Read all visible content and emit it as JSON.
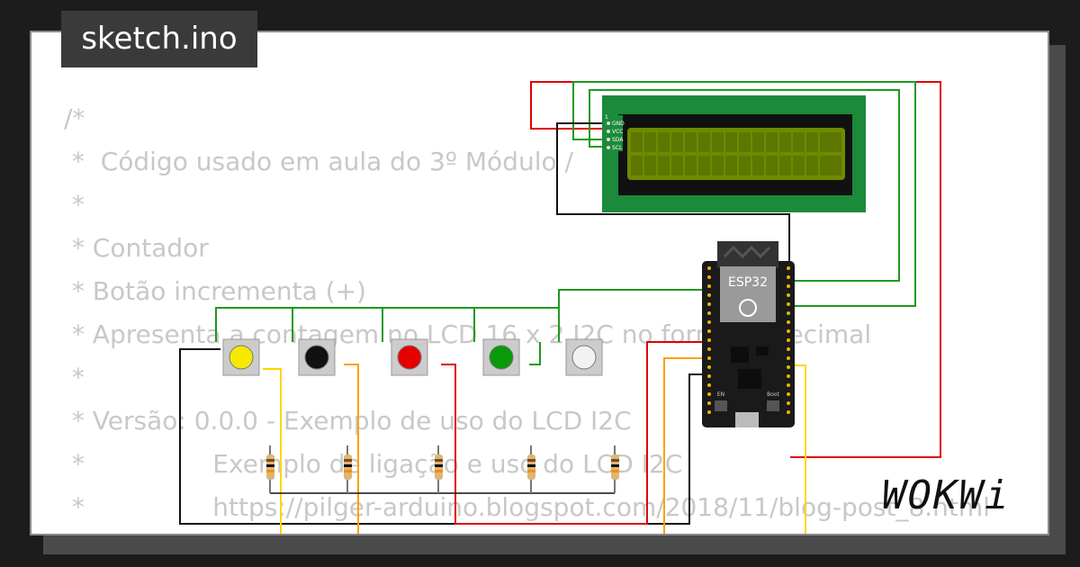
{
  "title": "sketch.ino",
  "code_lines": [
    "/*",
    " *  Código usado em aula do 3º Módulo /",
    " *",
    " * Contador",
    " * Botão incrementa (+)",
    " * Apresenta a contagem no LCD 16 x 2 I2C no formato Decimal",
    " *",
    " * Versão: 0.0.0 - Exemplo de uso do LCD I2C",
    " *                Exemplo de ligação e uso do LCD I2C",
    " *                https://pilger-arduino.blogspot.com/2018/11/blog-post_8.html",
    " *"
  ],
  "lcd": {
    "pins": [
      "GND",
      "VCC",
      "SDA",
      "SCL"
    ],
    "pin1_label": "1"
  },
  "board": {
    "label": "ESP32",
    "boot_label": "Boot",
    "en_label": "EN"
  },
  "buttons": [
    {
      "color": "#f5ea00"
    },
    {
      "color": "#111111"
    },
    {
      "color": "#e60000"
    },
    {
      "color": "#089a08"
    },
    {
      "color": "#f2f2f2"
    }
  ],
  "brand": "WOKWi",
  "colors": {
    "wire_red": "#e00000",
    "wire_green": "#1e9a1e",
    "wire_black": "#111111",
    "wire_orange": "#ffa000",
    "wire_yellow": "#ffd500",
    "lcd_board": "#1b8a3a",
    "lcd_screen": "#6e8b00",
    "board_black": "#1a1a1a"
  }
}
